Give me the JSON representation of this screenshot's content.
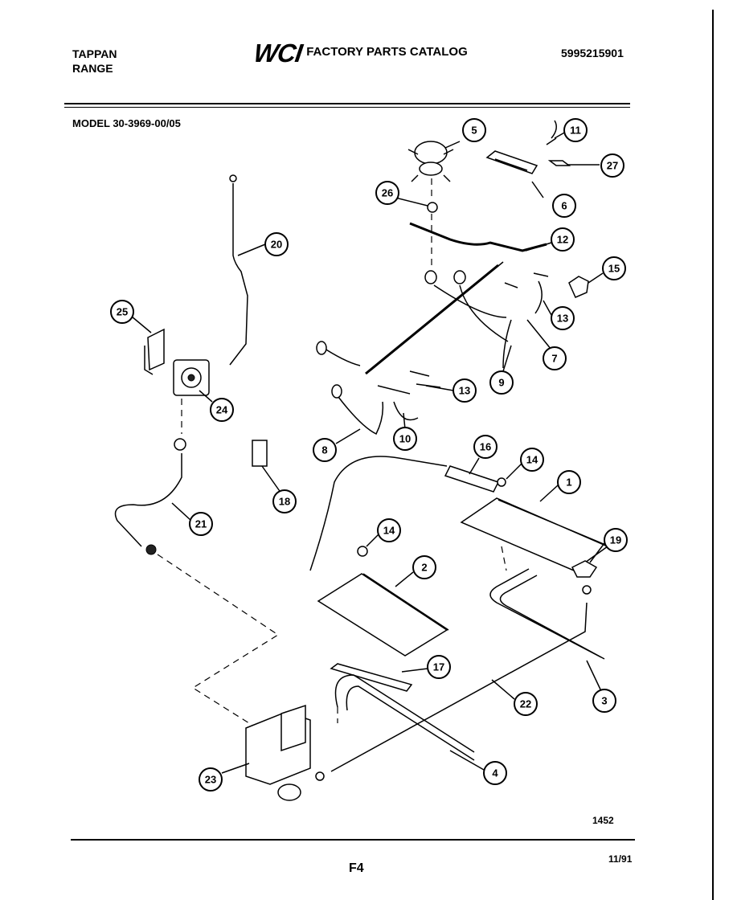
{
  "header": {
    "brand_line1": "TAPPAN",
    "brand_line2": "RANGE",
    "logo_text": "WCI",
    "catalog_title": "FACTORY PARTS CATALOG",
    "catalog_number": "5995215901",
    "model": "MODEL 30-3969-00/05"
  },
  "footer": {
    "diagram_code": "1452",
    "page": "F4",
    "date": "11/91"
  },
  "callouts": [
    "1",
    "2",
    "3",
    "4",
    "5",
    "6",
    "7",
    "8",
    "9",
    "10",
    "11",
    "12",
    "13",
    "13",
    "14",
    "14",
    "15",
    "16",
    "17",
    "18",
    "19",
    "20",
    "21",
    "22",
    "23",
    "24",
    "25",
    "26",
    "27"
  ]
}
